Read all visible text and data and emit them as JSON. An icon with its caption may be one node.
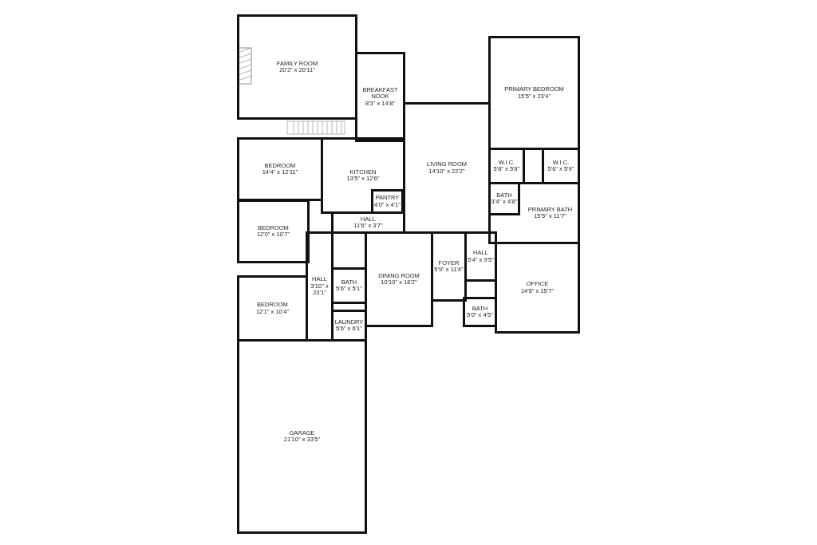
{
  "diagram": {
    "nodes": [
      {
        "text": [
          "FAMILY ROOM",
          "20'2\" x 20'11\""
        ]
      },
      {
        "text": [
          "BREAKFAST NOOK",
          "8'3\" x 14'8\""
        ]
      },
      {
        "text": [
          "BEDROOM",
          "14'4\" x 12'11\""
        ]
      },
      {
        "text": [
          "KITCHEN",
          "13'5\" x 12'6\""
        ]
      },
      {
        "text": [
          "PANTRY",
          "4'0\" x 4'1\""
        ],
        "in": 3
      },
      {
        "text": [
          "LIVING ROOM",
          "14'10\" x 22'2\""
        ]
      },
      {
        "text": [
          "PRIMARY BEDROOM",
          "15'5\" x 23'4\""
        ]
      },
      {
        "text": [
          "W.I.C.",
          "5'8\" x 5'8\""
        ]
      },
      {
        "text": [
          "W.I.C.",
          "5'6\" x 5'9\""
        ]
      },
      {
        "text": [
          "PRIMARY BATH",
          "15'5\" x 11'7\""
        ]
      },
      {
        "text": [
          "BATH",
          "3'4\" x 4'8\""
        ],
        "in": 9
      },
      {
        "text": [
          "HALL",
          "11'6\" x 3'7\""
        ]
      },
      {
        "text": [
          "BEDROOM",
          "12'0\" x 10'7\""
        ]
      },
      {
        "text": [
          "HALL",
          "3'10\" x 23'1\""
        ]
      },
      {
        "text": [
          "BATH",
          "5'6\" x 5'1\""
        ]
      },
      {
        "text": [
          "DINING ROOM",
          "10'10\" x 16'2\""
        ]
      },
      {
        "text": [
          "FOYER",
          "5'9\" x 11'4\""
        ]
      },
      {
        "text": [
          "HALL",
          "5'4\" x 9'5\""
        ]
      },
      {
        "text": [
          "OFFICE",
          "14'5\" x 15'7\""
        ]
      },
      {
        "text": [
          "BATH",
          "5'0\" x 4'5\""
        ]
      },
      {
        "text": [
          "BEDROOM",
          "12'1\" x 10'4\""
        ]
      },
      {
        "text": [
          "LAUNDRY",
          "5'6\" x 6'1\""
        ]
      },
      {
        "text": [
          "GARAGE",
          "21'10\" x 33'5\""
        ]
      }
    ]
  }
}
